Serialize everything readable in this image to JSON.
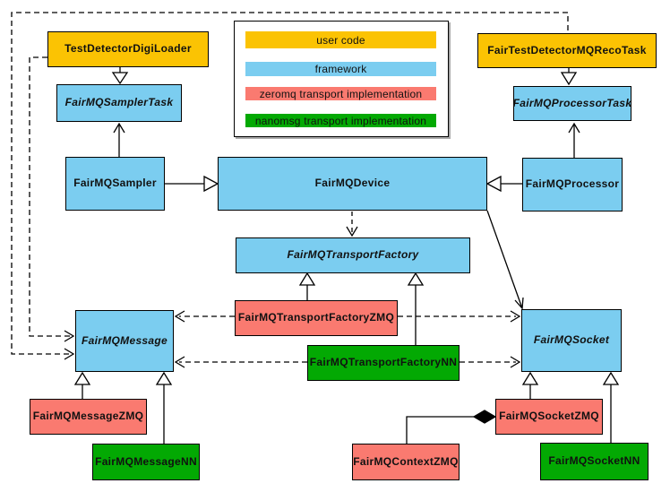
{
  "legend": {
    "items": [
      {
        "label": "user code",
        "color": "#FBC303"
      },
      {
        "label": "framework",
        "color": "#7BCDF0"
      },
      {
        "label": "zeromq transport implementation",
        "color": "#FA7A70"
      },
      {
        "label": "nanomsg transport implementation",
        "color": "#03A903"
      }
    ]
  },
  "colors": {
    "user_code": "#FBC303",
    "framework": "#7BCDF0",
    "zeromq": "#FA7A70",
    "nanomsg": "#03A903",
    "border": "#000000",
    "background": "#FFFFFF"
  },
  "nodes": {
    "digiloader": {
      "label": "TestDetectorDigiLoader",
      "category": "user code",
      "abstract": false
    },
    "recotask": {
      "label": "FairTestDetectorMQRecoTask",
      "category": "user code",
      "abstract": false
    },
    "samplertask": {
      "label": "FairMQSamplerTask",
      "category": "framework",
      "abstract": true
    },
    "processortask": {
      "label": "FairMQProcessorTask",
      "category": "framework",
      "abstract": true
    },
    "sampler": {
      "label": "FairMQSampler",
      "category": "framework",
      "abstract": false
    },
    "device": {
      "label": "FairMQDevice",
      "category": "framework",
      "abstract": false
    },
    "processor": {
      "label": "FairMQProcessor",
      "category": "framework",
      "abstract": false
    },
    "transportfactory": {
      "label": "FairMQTransportFactory",
      "category": "framework",
      "abstract": true
    },
    "tfzmq": {
      "label": "FairMQTransportFactoryZMQ",
      "category": "zeromq transport implementation",
      "abstract": false
    },
    "tfnn": {
      "label": "FairMQTransportFactoryNN",
      "category": "nanomsg transport implementation",
      "abstract": false
    },
    "message": {
      "label": "FairMQMessage",
      "category": "framework",
      "abstract": true
    },
    "socket": {
      "label": "FairMQSocket",
      "category": "framework",
      "abstract": true
    },
    "messagezmq": {
      "label": "FairMQMessageZMQ",
      "category": "zeromq transport implementation",
      "abstract": false
    },
    "messagenn": {
      "label": "FairMQMessageNN",
      "category": "nanomsg transport implementation",
      "abstract": false
    },
    "contextzmq": {
      "label": "FairMQContextZMQ",
      "category": "zeromq transport implementation",
      "abstract": false
    },
    "socketzmq": {
      "label": "FairMQSocketZMQ",
      "category": "zeromq transport implementation",
      "abstract": false
    },
    "socketnn": {
      "label": "FairMQSocketNN",
      "category": "nanomsg transport implementation",
      "abstract": false
    }
  },
  "edges": [
    {
      "from": "TestDetectorDigiLoader",
      "to": "FairMQSamplerTask",
      "type": "hollow-triangle",
      "style": "solid"
    },
    {
      "from": "FairTestDetectorMQRecoTask",
      "to": "FairMQProcessorTask",
      "type": "hollow-triangle",
      "style": "solid"
    },
    {
      "from": "FairMQSampler",
      "to": "FairMQDevice",
      "type": "hollow-triangle",
      "style": "solid"
    },
    {
      "from": "FairMQProcessor",
      "to": "FairMQDevice",
      "type": "hollow-triangle",
      "style": "solid"
    },
    {
      "from": "FairMQTransportFactoryZMQ",
      "to": "FairMQTransportFactory",
      "type": "hollow-triangle",
      "style": "solid"
    },
    {
      "from": "FairMQTransportFactoryNN",
      "to": "FairMQTransportFactory",
      "type": "hollow-triangle",
      "style": "solid"
    },
    {
      "from": "FairMQMessageZMQ",
      "to": "FairMQMessage",
      "type": "hollow-triangle",
      "style": "solid"
    },
    {
      "from": "FairMQMessageNN",
      "to": "FairMQMessage",
      "type": "hollow-triangle",
      "style": "solid"
    },
    {
      "from": "FairMQSocketZMQ",
      "to": "FairMQSocket",
      "type": "hollow-triangle",
      "style": "solid"
    },
    {
      "from": "FairMQSocketNN",
      "to": "FairMQSocket",
      "type": "hollow-triangle",
      "style": "solid"
    },
    {
      "from": "FairMQSampler",
      "to": "FairMQSamplerTask",
      "type": "open-arrow",
      "style": "solid"
    },
    {
      "from": "FairMQProcessor",
      "to": "FairMQProcessorTask",
      "type": "open-arrow",
      "style": "solid"
    },
    {
      "from": "FairMQDevice",
      "to": "FairMQSocket",
      "type": "open-arrow",
      "style": "solid"
    },
    {
      "from": "FairMQDevice",
      "to": "FairMQTransportFactory",
      "type": "open-arrow",
      "style": "dashed"
    },
    {
      "from": "FairMQTransportFactoryZMQ",
      "to": "FairMQMessage",
      "type": "open-arrow",
      "style": "dashed"
    },
    {
      "from": "FairMQTransportFactoryZMQ",
      "to": "FairMQSocket",
      "type": "open-arrow",
      "style": "dashed"
    },
    {
      "from": "FairMQTransportFactoryNN",
      "to": "FairMQMessage",
      "type": "open-arrow",
      "style": "dashed"
    },
    {
      "from": "FairMQTransportFactoryNN",
      "to": "FairMQSocket",
      "type": "open-arrow",
      "style": "dashed"
    },
    {
      "from": "TestDetectorDigiLoader",
      "to": "FairMQMessage",
      "type": "open-arrow",
      "style": "dashed"
    },
    {
      "from": "FairTestDetectorMQRecoTask",
      "to": "FairMQMessage",
      "type": "open-arrow",
      "style": "dashed"
    },
    {
      "from": "FairMQSocketZMQ",
      "to": "FairMQContextZMQ",
      "type": "filled-diamond",
      "style": "solid"
    }
  ]
}
